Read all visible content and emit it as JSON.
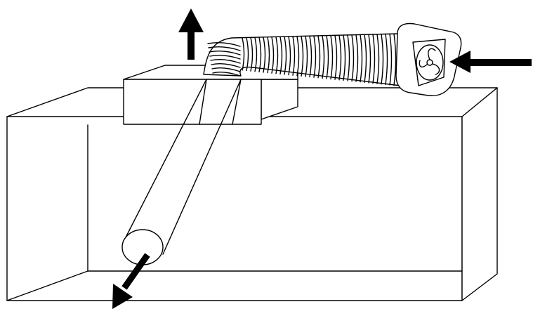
{
  "diagram": {
    "components": [
      "box-enclosure",
      "hood-manifold",
      "rigid-duct",
      "flexible-duct",
      "fan-unit"
    ],
    "arrows": [
      {
        "name": "exhaust-arrow-up",
        "direction": "up"
      },
      {
        "name": "airflow-arrow-in",
        "direction": "left"
      },
      {
        "name": "outflow-arrow-down",
        "direction": "down-left"
      }
    ],
    "colors": {
      "stroke": "#000000",
      "background": "#ffffff",
      "arrow": "#000000"
    }
  }
}
